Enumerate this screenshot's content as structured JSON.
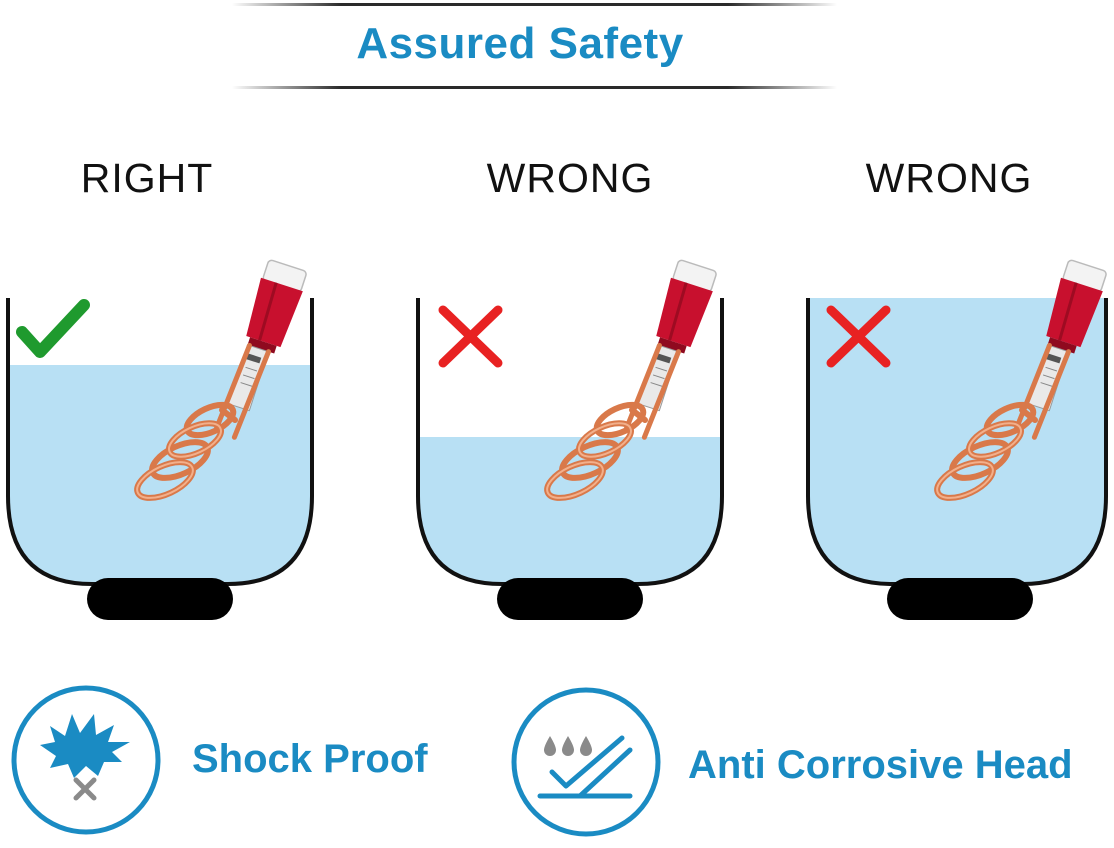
{
  "header": {
    "title": "Assured Safety"
  },
  "scenes": [
    {
      "label": "RIGHT",
      "status": "right",
      "water_level": "mid"
    },
    {
      "label": "WRONG",
      "status": "wrong",
      "water_level": "low"
    },
    {
      "label": "WRONG",
      "status": "wrong",
      "water_level": "full"
    }
  ],
  "features": [
    {
      "label": "Shock Proof",
      "icon": "shock-proof-icon"
    },
    {
      "label": "Anti Corrosive Head",
      "icon": "anti-corrosive-icon"
    }
  ],
  "colors": {
    "brand_blue": "#1a8bc3",
    "water": "#b8e0f4",
    "check_green": "#1f9a2e",
    "cross_red": "#e82222",
    "heater_red": "#c8102e",
    "copper": "#d9794a"
  }
}
